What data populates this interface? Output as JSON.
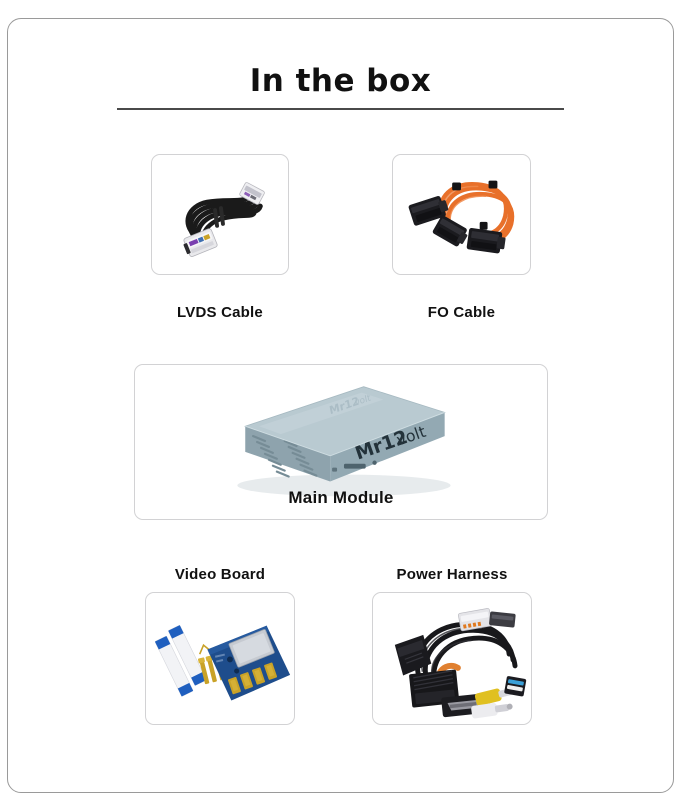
{
  "header": {
    "title": "In the box"
  },
  "items": [
    {
      "id": "lvds-cable",
      "label": "LVDS Cable",
      "label_position": "below",
      "photo": "coiled-black-cable-with-white-connectors"
    },
    {
      "id": "fo-cable",
      "label": "FO Cable",
      "label_position": "below",
      "photo": "orange-fiber-optic-cable-with-black-connectors"
    },
    {
      "id": "main-module",
      "label": "Main Module",
      "label_position": "inside",
      "photo": "grey-blue-module-box",
      "device_brand_bold": "Mr12",
      "device_brand_light": "volt"
    },
    {
      "id": "video-board",
      "label": "Video Board",
      "label_position": "above",
      "photo": "blue-pcb-with-ribbon-cables-and-screws"
    },
    {
      "id": "power-harness",
      "label": "Power Harness",
      "label_position": "above",
      "photo": "black-wiring-harness-with-rca-connectors"
    }
  ],
  "colors": {
    "frame_border": "#9a9a9a",
    "card_border": "#d2d2d4",
    "title_text": "#111111",
    "title_rule": "#4a4a4a",
    "background": "#ffffff",
    "module_body": "#a8bcc4",
    "fo_cable_orange": "#e8702a",
    "pcb_blue": "#1e4d8c",
    "screw_brass": "#c9a227"
  }
}
